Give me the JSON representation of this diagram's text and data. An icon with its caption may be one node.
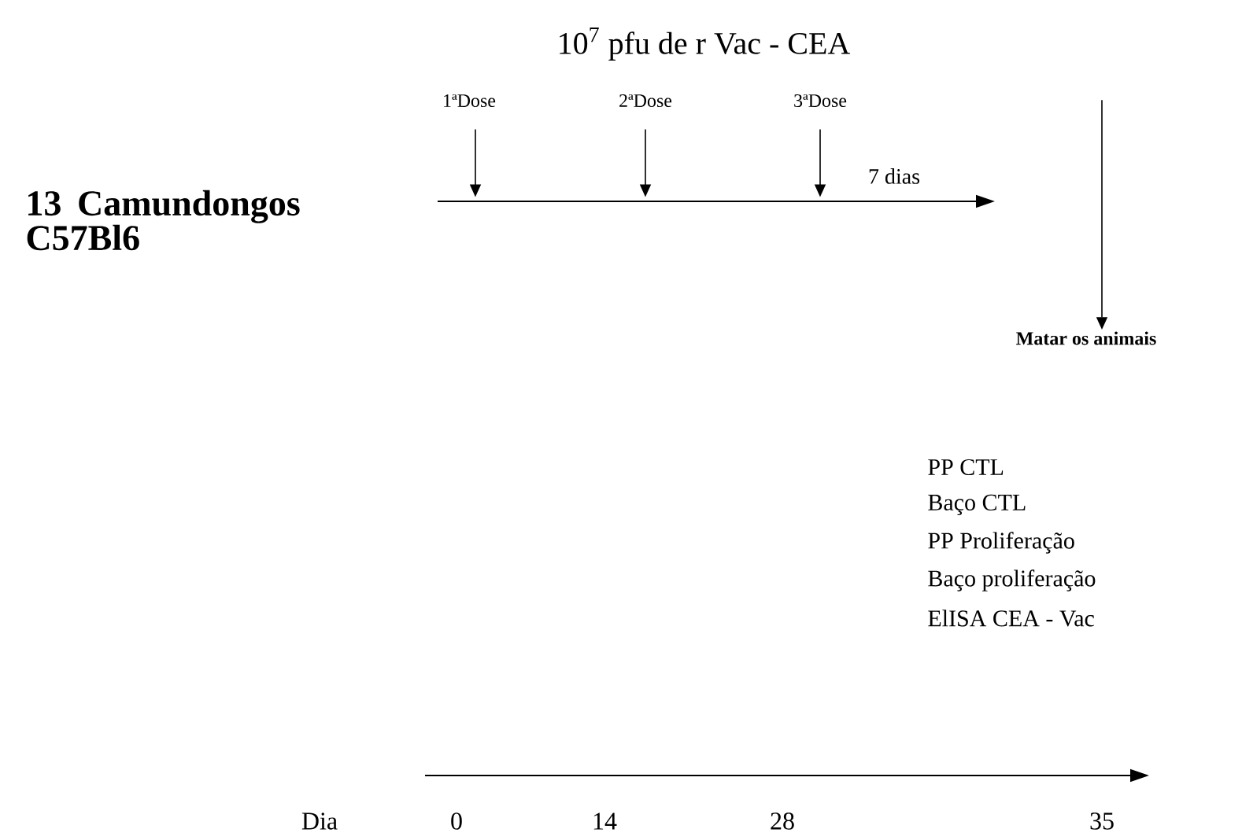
{
  "diagram": {
    "title": "10$^{7}$ pfu de r Vac - CEA",
    "nodes": [
      {
        "text": [
          "13 Camundongos C57Bl6"
        ]
      },
      {
        "text": [
          "1ªDose"
        ]
      },
      {
        "text": [
          "2ªDose"
        ]
      },
      {
        "text": [
          "3ªDose"
        ]
      },
      {
        "text": [
          "Matar os animais"
        ]
      }
    ],
    "edges": [
      {
        "from": 1,
        "to": null,
        "arrow": "to"
      },
      {
        "from": 2,
        "to": null,
        "arrow": "to"
      },
      {
        "from": 3,
        "to": null,
        "arrow": "to"
      },
      {
        "from": null,
        "to": 4,
        "arrow": "to"
      }
    ],
    "labels": [
      "7 dias",
      "PP CTL",
      "Baço CTL",
      "PP Proliferação",
      "Baço proliferação",
      "ElISA CEA - Vac",
      "Dia",
      "0",
      "14",
      "28",
      "35"
    ]
  }
}
